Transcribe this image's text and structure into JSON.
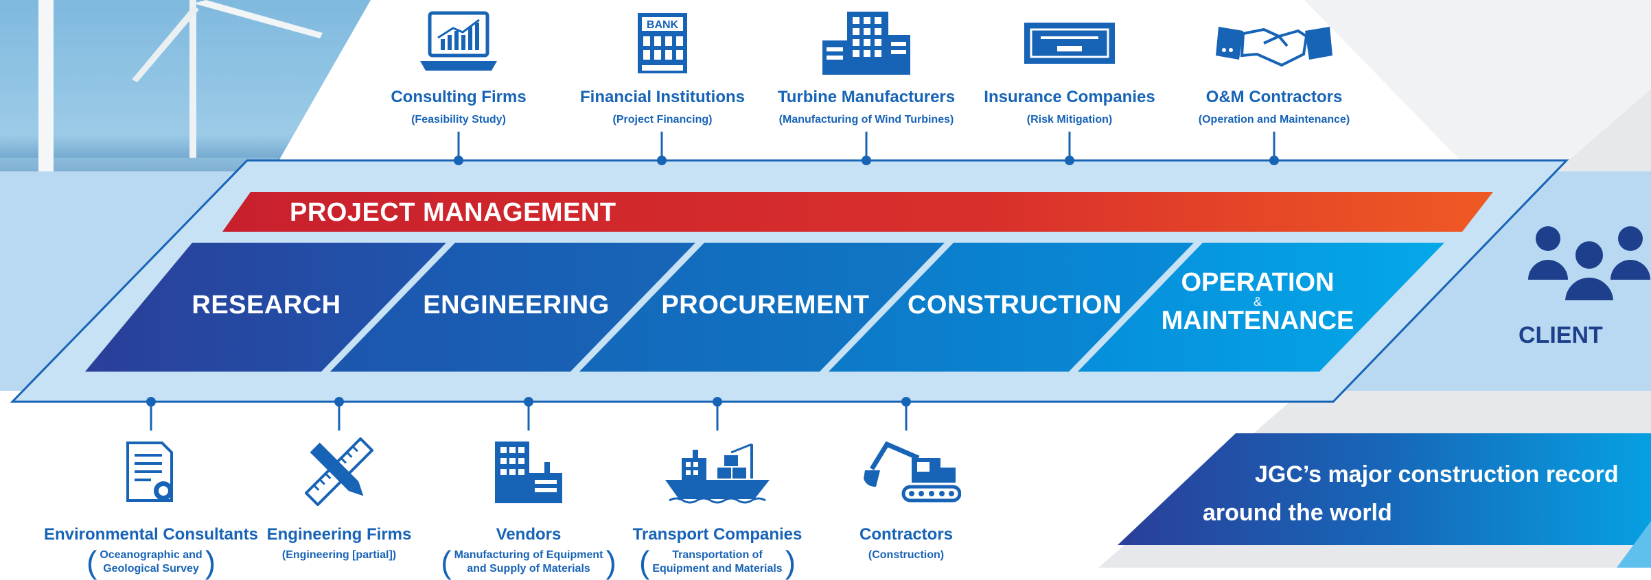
{
  "colors": {
    "brand_blue": "#1763b6",
    "project_management_red": "#d6252f",
    "project_management_orange": "#ee5a24",
    "client_navy": "#1d3f8c",
    "band_light_blue": "#b9d8f1"
  },
  "top_stakeholders": [
    {
      "icon": "laptop-chart-icon",
      "name": "Consulting Firms",
      "role": "(Feasibility Study)"
    },
    {
      "icon": "bank-icon",
      "name": "Financial Institutions",
      "role": "(Project Financing)"
    },
    {
      "icon": "factory-building-icon",
      "name": "Turbine Manufacturers",
      "role": "(Manufacturing of Wind Turbines)"
    },
    {
      "icon": "insurance-document-icon",
      "name": "Insurance Companies",
      "role": "(Risk Mitigation)"
    },
    {
      "icon": "handshake-icon",
      "name": "O&M Contractors",
      "role": "(Operation and Maintenance)"
    }
  ],
  "project_management": "PROJECT MANAGEMENT",
  "phases": [
    {
      "label": "RESEARCH"
    },
    {
      "label": "ENGINEERING"
    },
    {
      "label": "PROCUREMENT"
    },
    {
      "label": "CONSTRUCTION"
    },
    {
      "label_top": "OPERATION",
      "amp": "&",
      "label_bottom": "MAINTENANCE"
    }
  ],
  "bottom_stakeholders": [
    {
      "icon": "certificate-document-icon",
      "name": "Environmental Consultants",
      "role_line1": "Oceanographic and",
      "role_line2": "Geological Survey",
      "parenthesized": true
    },
    {
      "icon": "ruler-pencil-icon",
      "name": "Engineering Firms",
      "role_line1": "(Engineering [partial])",
      "role_line2": "",
      "parenthesized": false
    },
    {
      "icon": "vendor-building-icon",
      "name": "Vendors",
      "role_line1": "Manufacturing of Equipment",
      "role_line2": "and Supply of Materials",
      "parenthesized": true
    },
    {
      "icon": "cargo-ship-icon",
      "name": "Transport Companies",
      "role_line1": "Transportation of",
      "role_line2": "Equipment and Materials",
      "parenthesized": true
    },
    {
      "icon": "excavator-icon",
      "name": "Contractors",
      "role_line1": "(Construction)",
      "role_line2": "",
      "parenthesized": false
    }
  ],
  "client": {
    "icon": "people-group-icon",
    "label": "CLIENT"
  },
  "record_banner": {
    "line1": "JGC’s major construction record",
    "line2": "around the world"
  }
}
